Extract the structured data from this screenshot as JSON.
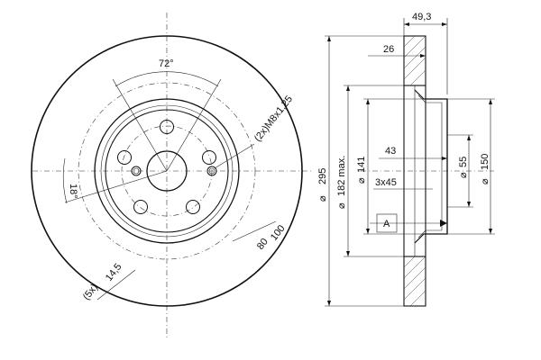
{
  "drawing": {
    "front_view": {
      "angle_bolt_spacing": "72°",
      "thread_callout": "(2x)M8x1,25",
      "angle_offset": "18°",
      "hole_callout": "(5x)",
      "hole_diameter": "14,5",
      "diameter_100": "100",
      "diameter_80": "80"
    },
    "side_view": {
      "thickness_total": "49,3",
      "hat_depth": "26",
      "diameter_outer": "295",
      "diameter_friction": "182 max.",
      "diameter_141": "141",
      "dimension_43": "43",
      "chamfer": "3x45",
      "diameter_55": "55",
      "diameter_150": "150",
      "datum_label": "A"
    }
  }
}
